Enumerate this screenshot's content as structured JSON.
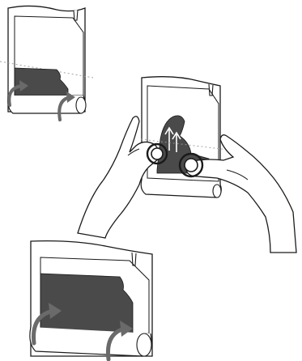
{
  "figure": {
    "panels": [
      {
        "id": "step-1",
        "depicts": "sheet-with-rolled-bottom-edge-and-arrows"
      },
      {
        "id": "step-2",
        "depicts": "hands-rubbing-sheet-with-thumbs"
      },
      {
        "id": "step-3",
        "depicts": "sheet-with-rolled-bottom-edge-and-arrows"
      }
    ],
    "colors": {
      "outline": "#1a1a1a",
      "fill": "#ffffff",
      "shade": "#4a4a4a",
      "arrow": "#6a6a6a",
      "guide": "#9a9a9a",
      "glyph": "#ffffff"
    }
  }
}
